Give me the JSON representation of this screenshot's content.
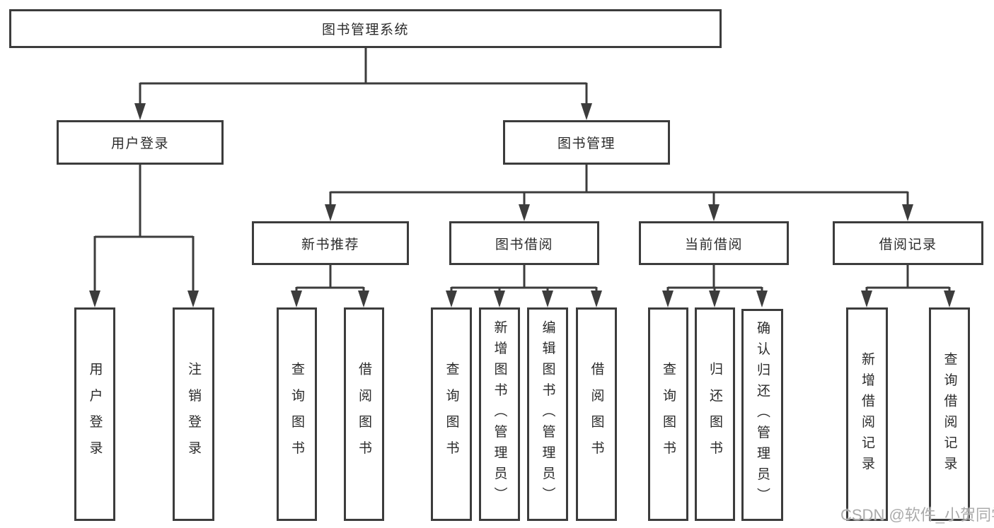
{
  "nodes": {
    "root": "图书管理系统",
    "user_login": "用户登录",
    "book_mgmt": "图书管理",
    "new_book_rec": "新书推荐",
    "book_borrow": "图书借阅",
    "current_borrow": "当前借阅",
    "borrow_record": "借阅记录",
    "leaf_user_login": "用户登录",
    "leaf_logout": "注销登录",
    "leaf_query_book_a": "查询图书",
    "leaf_borrow_book_a": "借阅图书",
    "leaf_query_book_b": "查询图书",
    "leaf_add_book": "新增图书（管理员）",
    "leaf_edit_book": "编辑图书（管理员）",
    "leaf_borrow_book_b": "借阅图书",
    "leaf_query_book_c": "查询图书",
    "leaf_return_book": "归还图书",
    "leaf_confirm_return": "确认归还（管理员）",
    "leaf_add_record": "新增借阅记录",
    "leaf_query_record": "查询借阅记录"
  },
  "watermark": "CSDN @软件_小贺同学",
  "colors": {
    "line": "#3c3c3c",
    "box_border": "#3c3c3c",
    "text": "#2b2b2b",
    "watermark": "#ababab",
    "background": "#ffffff"
  }
}
